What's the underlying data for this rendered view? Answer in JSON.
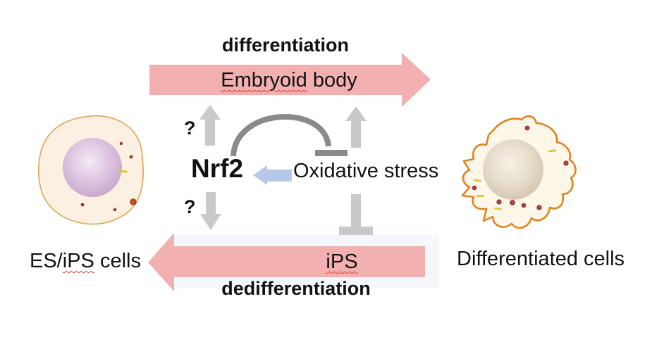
{
  "colors": {
    "pink": "#f2b0b0",
    "gray-light": "#c9c9c9",
    "gray-dark": "#8a8a8a",
    "blue": "#b5c8ea",
    "squiggle": "#e23b2e",
    "cell-fill": "#fbf0e1",
    "cell-outline": "#e2a355",
    "diff-cell-fill": "#fdf7ea",
    "diff-cell-outline": "#e0831f",
    "text": "#121212"
  },
  "labels": {
    "differentiation": "differentiation",
    "embryoid_misspelled": "Embryoid",
    "embryoid_rest": " body",
    "nrf2": "Nrf2",
    "oxidative_stress": "Oxidative stress",
    "question_top": "?",
    "question_bottom": "?",
    "ips": "iPS",
    "dedifferentiation": "dedifferentiation",
    "es_ips_prefix": "ES/",
    "es_ips_misspelled": "iPS",
    "es_ips_suffix": " cells",
    "differentiated_cells": "Differentiated cells"
  }
}
